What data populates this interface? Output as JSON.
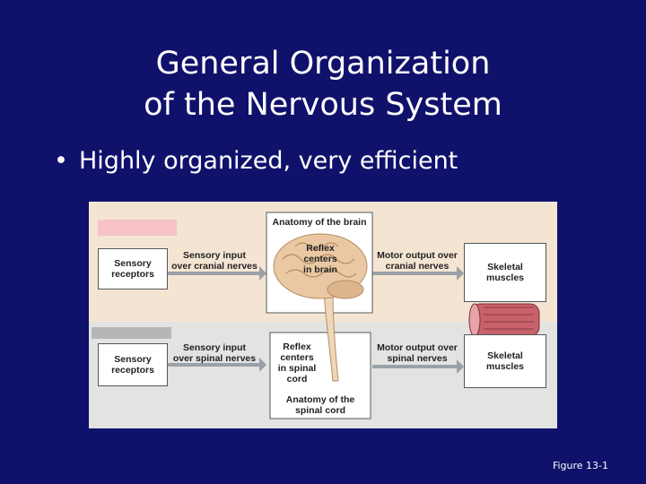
{
  "slide": {
    "title_line1": "General Organization",
    "title_line2": "of the Nervous System",
    "bullet": "Highly organized, very efficient",
    "figure_label": "Figure 13-1"
  },
  "diagram": {
    "brain_caption": "Anatomy of the brain",
    "reflex_brain_line1": "Reflex",
    "reflex_brain_line2": "centers",
    "reflex_brain_line3": "in brain",
    "sensory_top_line1": "Sensory",
    "sensory_top_line2": "receptors",
    "input_cranial_line1": "Sensory input",
    "input_cranial_line2": "over cranial nerves",
    "output_cranial_line1": "Motor output over",
    "output_cranial_line2": "cranial nerves",
    "skeletal_top_line1": "Skeletal",
    "skeletal_top_line2": "muscles",
    "sensory_bottom_line1": "Sensory",
    "sensory_bottom_line2": "receptors",
    "input_spinal_line1": "Sensory input",
    "input_spinal_line2": "over spinal nerves",
    "reflex_spinal_line1": "Reflex",
    "reflex_spinal_line2": "centers",
    "reflex_spinal_line3": "in spinal",
    "reflex_spinal_line4": "cord",
    "spinal_caption_line1": "Anatomy of the",
    "spinal_caption_line2": "spinal cord",
    "output_spinal_line1": "Motor output over",
    "output_spinal_line2": "spinal nerves",
    "skeletal_bottom_line1": "Skeletal",
    "skeletal_bottom_line2": "muscles"
  },
  "colors": {
    "slide_background": "#10116b",
    "top_band": "#f4e5d3",
    "bottom_band": "#e3e3e1",
    "brain": "#e9c8a3",
    "muscle": "#c9616b"
  }
}
